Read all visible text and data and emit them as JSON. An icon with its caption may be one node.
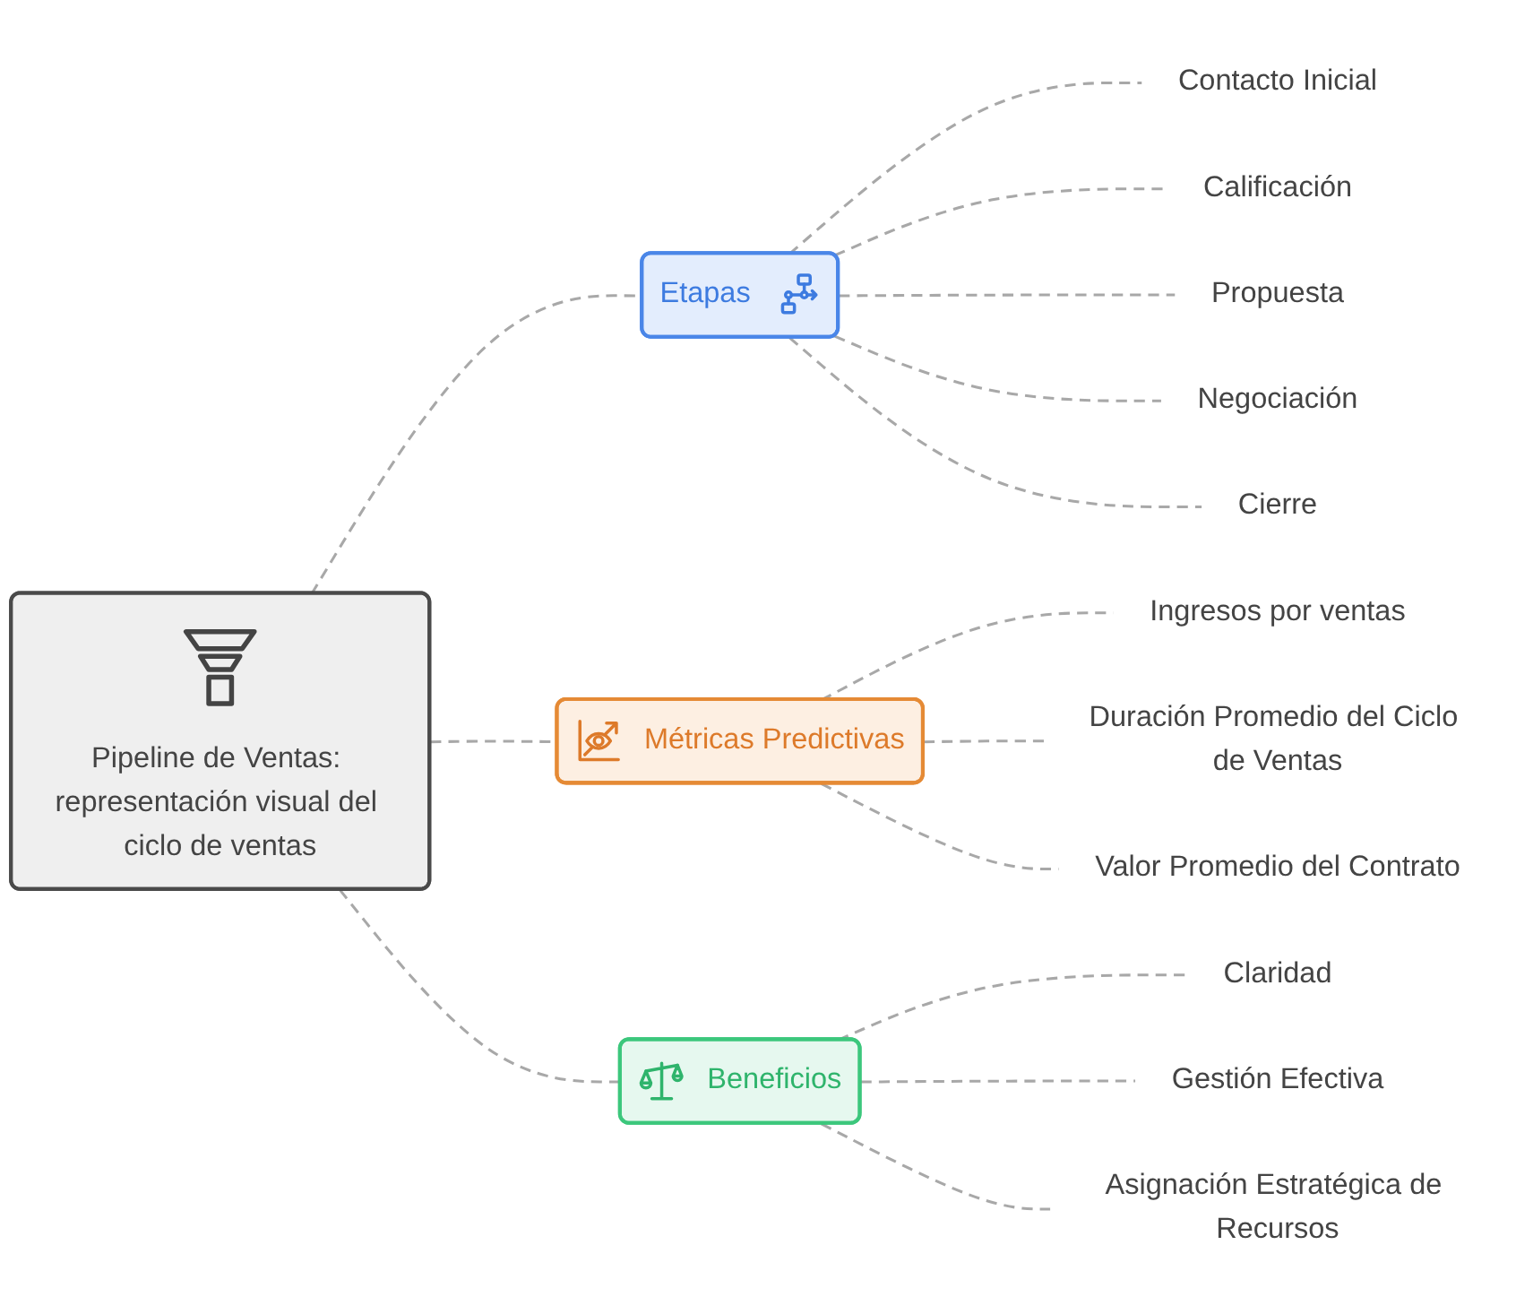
{
  "diagram": {
    "nodes": [
      {
        "text": [
          "Pipeline de Ventas: representación visual del ciclo de ventas"
        ]
      },
      {
        "text": [
          "Etapas"
        ]
      },
      {
        "text": [
          "Contacto Inicial"
        ]
      },
      {
        "text": [
          "Calificación"
        ]
      },
      {
        "text": [
          "Propuesta"
        ]
      },
      {
        "text": [
          "Negociación"
        ]
      },
      {
        "text": [
          "Cierre"
        ]
      },
      {
        "text": [
          "Métricas Predictivas"
        ]
      },
      {
        "text": [
          "Ingresos por ventas"
        ]
      },
      {
        "text": [
          "Duración Promedio del Ciclo de Ventas"
        ]
      },
      {
        "text": [
          "Valor Promedio del Contrato"
        ]
      },
      {
        "text": [
          "Beneficios"
        ]
      },
      {
        "text": [
          "Claridad"
        ]
      },
      {
        "text": [
          "Gestión Efectiva"
        ]
      },
      {
        "text": [
          "Asignación Estratégica de Recursos"
        ]
      }
    ],
    "edges": [
      {
        "from": 0,
        "to": 1,
        "arrow": "none",
        "style": "dashed"
      },
      {
        "from": 0,
        "to": 7,
        "arrow": "none",
        "style": "dashed"
      },
      {
        "from": 0,
        "to": 11,
        "arrow": "none",
        "style": "dashed"
      },
      {
        "from": 1,
        "to": 2,
        "arrow": "none",
        "style": "dashed"
      },
      {
        "from": 1,
        "to": 3,
        "arrow": "none",
        "style": "dashed"
      },
      {
        "from": 1,
        "to": 4,
        "arrow": "none",
        "style": "dashed"
      },
      {
        "from": 1,
        "to": 5,
        "arrow": "none",
        "style": "dashed"
      },
      {
        "from": 1,
        "to": 6,
        "arrow": "none",
        "style": "dashed"
      },
      {
        "from": 7,
        "to": 8,
        "arrow": "none",
        "style": "dashed"
      },
      {
        "from": 7,
        "to": 9,
        "arrow": "none",
        "style": "dashed"
      },
      {
        "from": 7,
        "to": 10,
        "arrow": "none",
        "style": "dashed"
      },
      {
        "from": 11,
        "to": 12,
        "arrow": "none",
        "style": "dashed"
      },
      {
        "from": 11,
        "to": 13,
        "arrow": "none",
        "style": "dashed"
      },
      {
        "from": 11,
        "to": 14,
        "arrow": "none",
        "style": "dashed"
      }
    ]
  }
}
